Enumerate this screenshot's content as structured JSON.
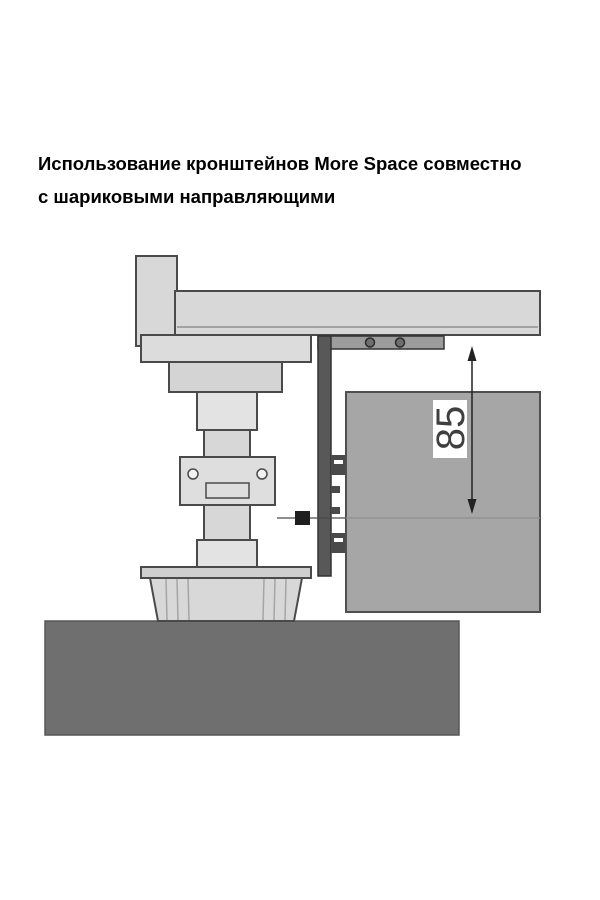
{
  "title": {
    "line1": "Использование кронштейнов More Space совместно",
    "line2": "с шариковыми направляющими"
  },
  "diagram": {
    "dimension_label": "85",
    "colors": {
      "background": "#ffffff",
      "panel_fill": "#d8d8d8",
      "outline": "#4a4a4a",
      "slide_block_fill": "#a6a6a6",
      "floor_fill": "#6f6f6f",
      "bracket_fill": "#585858",
      "dimension_color": "#3f3f3f"
    }
  }
}
